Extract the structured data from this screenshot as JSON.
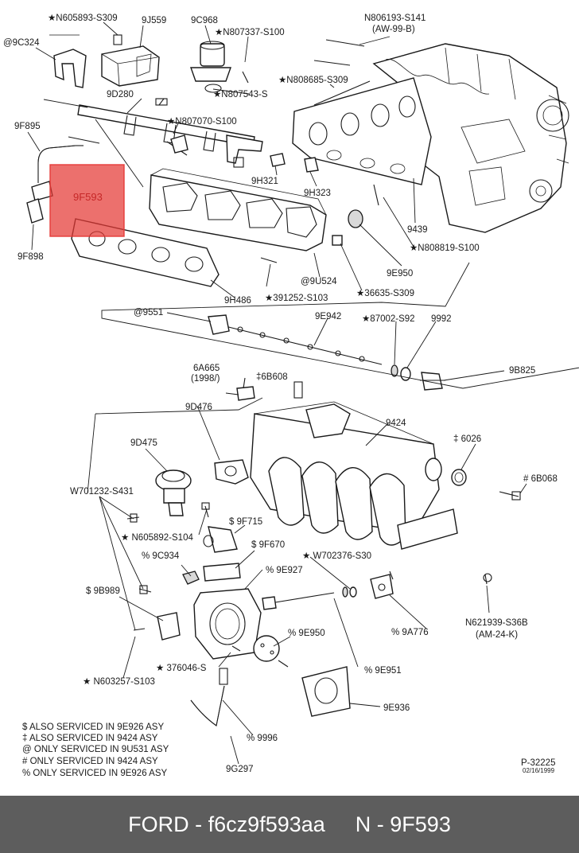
{
  "highlight": {
    "label": "9F593",
    "color": "#e53935"
  },
  "labels": {
    "n605893": "★N605893-S309",
    "p9j559": "9J559",
    "p9c968": "9C968",
    "n807337": "★N807337-S100",
    "n806193": "N806193-S141",
    "aw99b": "(AW-99-B)",
    "p9c324": "@9C324",
    "n808685": "★N808685-S309",
    "p9d280": "9D280",
    "n807543": "★N807543-S",
    "p9f895": "9F895",
    "n807070": "★N807070-S100",
    "p9h321": "9H321",
    "p9h323": "9H323",
    "p9439": "9439",
    "n808819": "★N808819-S100",
    "p9f898": "9F898",
    "p9e950a": "9E950",
    "u9u524": "@9U524",
    "s36635": "★36635-S309",
    "p9h486": "9H486",
    "s391252": "★391252-S103",
    "a9551": "@9551",
    "p9e942": "9E942",
    "s87002": "★87002-S92",
    "p9992": "9992",
    "p9b825": "9B825",
    "p6a665": "6A665",
    "y1998": "(1998/)",
    "d6b608": "‡6B608",
    "p9d476": "9D476",
    "p9424": "9424",
    "d6026": "‡ 6026",
    "p9d475": "9D475",
    "h6b068": "# 6B068",
    "w701232": "W701232-S431",
    "d9f715": "$ 9F715",
    "n605892": "★ N605892-S104",
    "d9f670": "$ 9F670",
    "w702376": "★ W702376-S30",
    "c9c934": "% 9C934",
    "c9e927": "% 9E927",
    "d9b989": "$ 9B989",
    "c9a776": "% 9A776",
    "n621939": "N621939-S36B",
    "am24k": "(AM-24-K)",
    "c9e950": "% 9E950",
    "s376046": "★ 376046-S",
    "c9e951": "% 9E951",
    "n603257": "★ N603257-S103",
    "p9e936": "9E936",
    "c9996": "% 9996",
    "p9g297": "9G297",
    "p32225": "P-32225",
    "date": "02/16/1999"
  },
  "legend": [
    "$  ALSO SERVICED IN 9E926 ASY",
    "‡  ALSO SERVICED IN 9424 ASY",
    "@ ONLY SERVICED IN 9U531 ASY",
    "#  ONLY SERVICED IN 9424 ASY",
    "%  ONLY SERVICED IN 9E926 ASY"
  ],
  "footer": {
    "brand": "FORD",
    "part_number": "f6cz9f593aa",
    "prefix": "N",
    "code": "9F593",
    "sep": " - "
  }
}
